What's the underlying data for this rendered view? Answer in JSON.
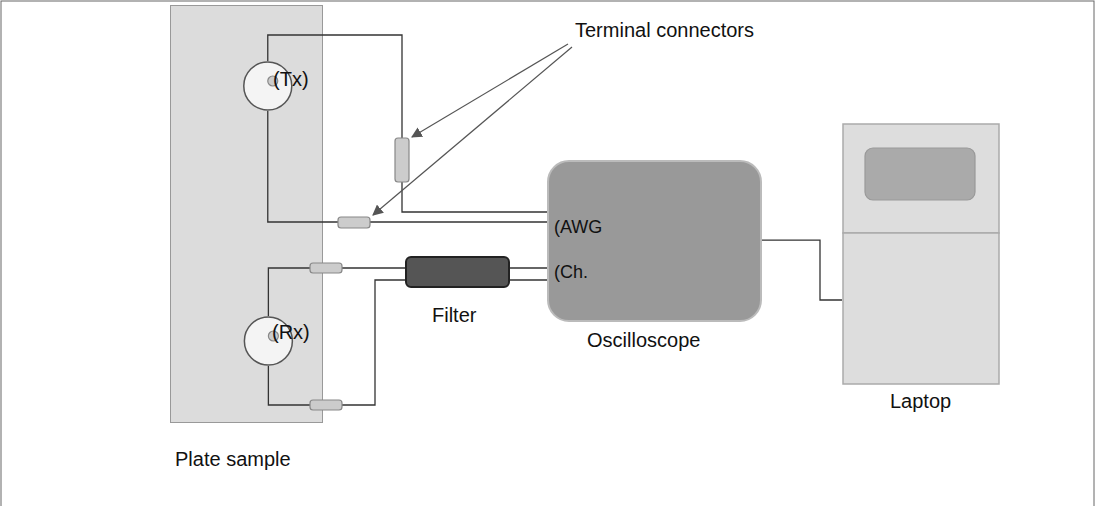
{
  "diagram": {
    "nodes": [
      {
        "text": [
          "Plate sample"
        ]
      },
      {
        "text": [
          "(Tx)"
        ],
        "in": 0
      },
      {
        "text": [
          "(Rx)"
        ],
        "in": 0
      },
      {
        "text": [
          "Filter"
        ]
      },
      {
        "text": [
          "(AWG",
          "(Ch.",
          "Oscilloscope"
        ]
      },
      {
        "text": [
          "Laptop"
        ]
      }
    ],
    "edges": [
      {
        "from": 1,
        "to": 4,
        "arrow": "none"
      },
      {
        "from": 1,
        "to": 4,
        "arrow": "none"
      },
      {
        "from": 2,
        "to": 3,
        "arrow": "none"
      },
      {
        "from": 2,
        "to": 3,
        "arrow": "none"
      },
      {
        "from": 3,
        "to": 4,
        "arrow": "none"
      },
      {
        "from": 3,
        "to": 4,
        "arrow": "none"
      },
      {
        "from": 4,
        "to": 5,
        "arrow": "none"
      }
    ],
    "labels": [
      "Terminal connectors"
    ]
  }
}
